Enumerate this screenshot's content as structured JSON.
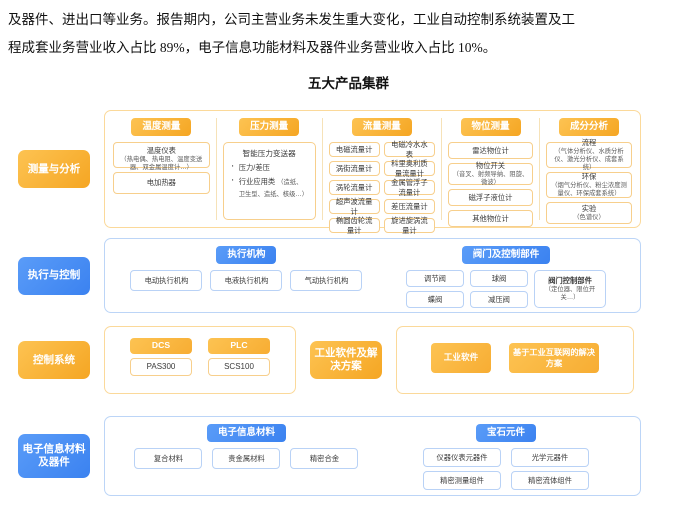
{
  "document": {
    "paragraph_line1": "及器件、进出口等业务。报告期内，公司主营业务未发生重大变化，工业自动控制系统装置及工",
    "paragraph_line2": "程成套业务营业收入占比 89%，电子信息功能材料及器件业务营业收入占比 10%。",
    "figure_title": "五大产品集群"
  },
  "colors": {
    "orange": "#f5a623",
    "orange_light": "#fdc352",
    "blue": "#3b82f0",
    "blue_light": "#5a9cf8",
    "orange_border": "#f7cf8c",
    "blue_border": "#b9d2f6"
  },
  "rows": [
    {
      "category": "测量与分析",
      "theme": "orange",
      "groups": [
        {
          "head": "温度测量",
          "items": [
            {
              "label": "温度仪表",
              "sub": "（热电偶、热电阻、温度变送器、双金属温度计…）"
            },
            {
              "label": "电加热器",
              "sub": ""
            }
          ]
        },
        {
          "head": "压力测量",
          "bullet_title": "智能压力变送器",
          "bullets": [
            {
              "label": "压力/差压",
              "sub": ""
            },
            {
              "label": "行业应用类",
              "sub": "（造纸、卫生型、造纸、核级…）"
            }
          ]
        },
        {
          "head": "流量测量",
          "col_left": [
            "电磁流量计",
            "涡街流量计",
            "涡轮流量计",
            "超声波流量计",
            "椭圆齿轮流量计"
          ],
          "col_right": [
            "电磁冷水水表",
            "科里奥利质量流量计",
            "金属管浮子流量计",
            "差压流量计",
            "旋进旋涡流量计"
          ]
        },
        {
          "head": "物位测量",
          "items": [
            {
              "label": "雷达物位计",
              "sub": ""
            },
            {
              "label": "物位开关",
              "sub": "（音叉、射频导纳、阻旋、微波）"
            },
            {
              "label": "磁浮子液位计",
              "sub": ""
            },
            {
              "label": "其他物位计",
              "sub": ""
            }
          ]
        },
        {
          "head": "成分分析",
          "items": [
            {
              "label": "流程",
              "sub": "（气体分析仪、水质分析仪、激光分析仪、成套系统）"
            },
            {
              "label": "环保",
              "sub": "（烟气分析仪、粉尘浓度测量仪、环保成套系统）"
            },
            {
              "label": "实验",
              "sub": "（色谱仪）"
            }
          ]
        }
      ]
    },
    {
      "category": "执行与控制",
      "theme": "blue",
      "groups": [
        {
          "head": "执行机构",
          "items": [
            {
              "label": "电动执行机构",
              "sub": ""
            },
            {
              "label": "电液执行机构",
              "sub": ""
            },
            {
              "label": "气动执行机构",
              "sub": ""
            }
          ]
        },
        {
          "head": "阀门及控制部件",
          "col_left": [
            "调节阀",
            "蝶阀"
          ],
          "col_mid": [
            "球阀",
            "减压阀"
          ],
          "wide": {
            "label": "阀门控制部件",
            "sub": "（定位器、限位开关…）"
          }
        }
      ]
    },
    {
      "category": "控制系统",
      "theme": "orange",
      "groups": [
        {
          "pairs": [
            {
              "head": "DCS",
              "item": "PAS300"
            },
            {
              "head": "PLC",
              "item": "SCS100"
            }
          ]
        },
        {
          "category2": "工业软件及解决方案",
          "tiles": [
            "工业软件",
            "基于工业互联网的解决方案"
          ]
        }
      ]
    },
    {
      "category": "电子信息材料及器件",
      "theme": "blue",
      "groups": [
        {
          "head": "电子信息材料",
          "items": [
            {
              "label": "复合材料",
              "sub": ""
            },
            {
              "label": "贵金属材料",
              "sub": ""
            },
            {
              "label": "精密合金",
              "sub": ""
            }
          ]
        },
        {
          "head": "宝石元件",
          "col_left": [
            "仪器仪表元器件",
            "精密测量组件"
          ],
          "col_right": [
            "光学元器件",
            "精密流体组件"
          ]
        }
      ]
    }
  ]
}
